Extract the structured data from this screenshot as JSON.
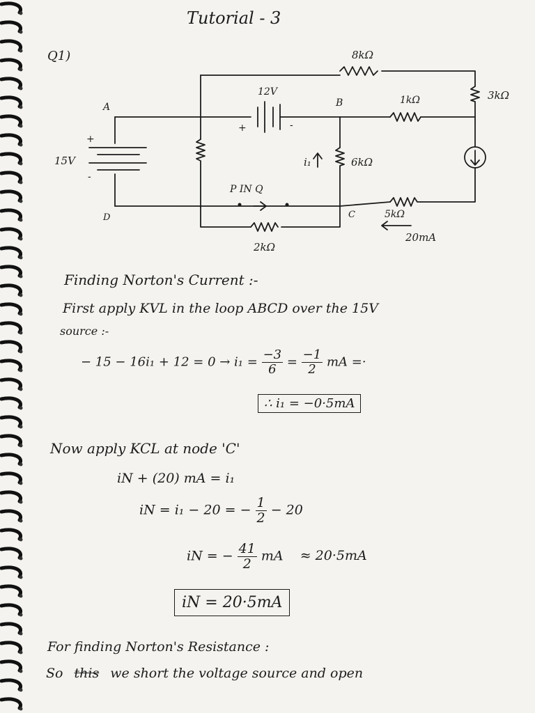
{
  "title": "Tutorial - 3",
  "question": "Q1)",
  "circuit": {
    "r_8k": "8kΩ",
    "r_3k": "3kΩ",
    "r_1k": "1kΩ",
    "r_6k": "6kΩ",
    "r_5k": "5kΩ",
    "r_2k": "2kΩ",
    "v_12": "12V",
    "v_15": "15V",
    "node_a": "A",
    "node_b": "B",
    "node_c": "C",
    "node_d": "D",
    "current_i1": "i₁",
    "in_label": "P  IN  Q",
    "current_20ma": "20mA",
    "plus": "+",
    "minus": "-"
  },
  "notes": {
    "heading_current": "Finding Norton's Current :-",
    "kvl_line1": "First apply KVL in the loop ABCD over the 15V",
    "kvl_line2": "source :-",
    "eq1_left": "− 15 − 16i₁ + 12 = 0  →  i₁ =",
    "eq1_num": "−3",
    "eq1_den": "6",
    "eq1_eq": "=",
    "eq1_num2": "−1",
    "eq1_den2": "2",
    "eq1_unit": "mA =·",
    "result_i1": "∴ i₁ = −0·5mA",
    "kcl_line": "Now apply KCL at node 'C'",
    "kcl_eq1": "iN + (20) mA = i₁",
    "kcl_eq2_left": "iN = i₁ − 20 = −",
    "kcl_eq2_num": "1",
    "kcl_eq2_den": "2",
    "kcl_eq2_right": "− 20",
    "kcl_eq3_left": "iN  =  −",
    "kcl_eq3_num": "41",
    "kcl_eq3_den": "2",
    "kcl_eq3_mid": "mA",
    "kcl_eq3_right": "≈  20·5mA",
    "result_in": "iN = 20·5mA",
    "heading_resistance": "For finding Norton's Resistance :",
    "last_line_a": "So",
    "last_line_strike": "this",
    "last_line_b": "we short the voltage source and open"
  }
}
